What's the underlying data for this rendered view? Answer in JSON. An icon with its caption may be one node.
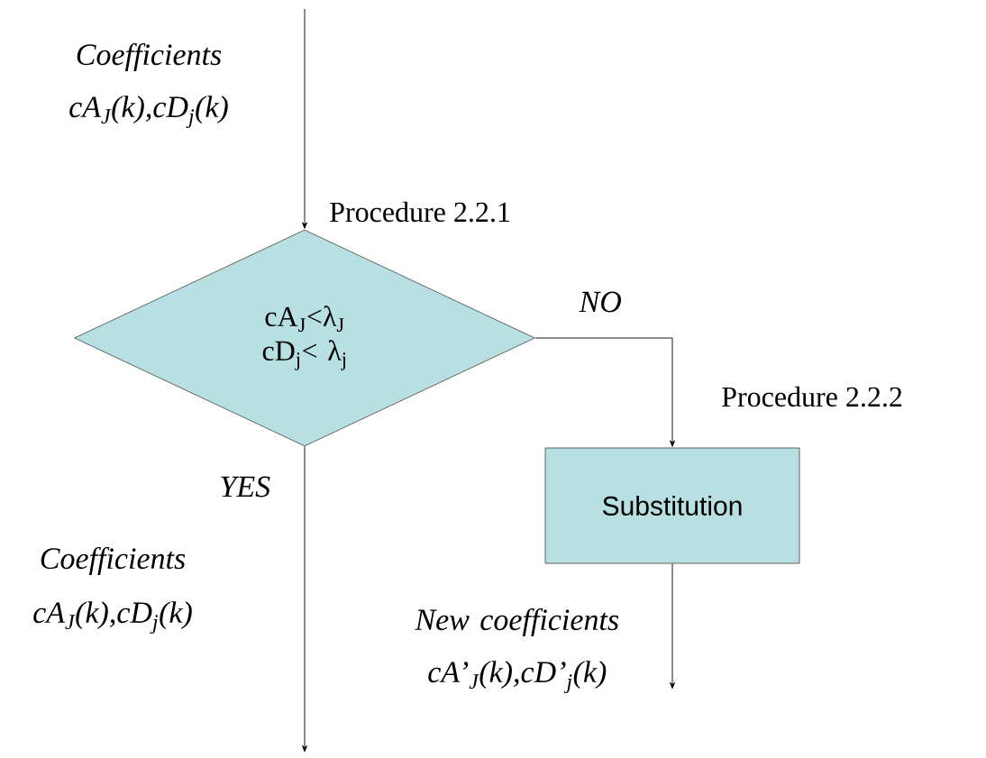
{
  "diagram": {
    "nodes": [
      {
        "text": [
          "cA$_{J}$<λ$_{J}$ cD$_{j}$< λ$_{j}$"
        ],
        "beside": [
          "Procedure 2.2.1"
        ]
      },
      {
        "text": [
          "Substitution"
        ],
        "beside": [
          "Procedure 2.2.2"
        ]
      }
    ],
    "edges": [
      {
        "from": null,
        "to": 0,
        "arrow": "to",
        "label": "Coefficients cA$_{J}$(k),cD$_{j}$(k)"
      },
      {
        "from": 0,
        "to": null,
        "arrow": "to",
        "label": "YES"
      },
      {
        "from": 0,
        "to": 1,
        "arrow": "to",
        "label": "NO"
      },
      {
        "from": 1,
        "to": null,
        "arrow": "to",
        "label": "New coefficients cA’$_{J}$(k),cD’$_{j}$(k)"
      }
    ],
    "labels": [
      "Coefficients cA$_{J}$(k),cD$_{j}$(k)"
    ]
  }
}
